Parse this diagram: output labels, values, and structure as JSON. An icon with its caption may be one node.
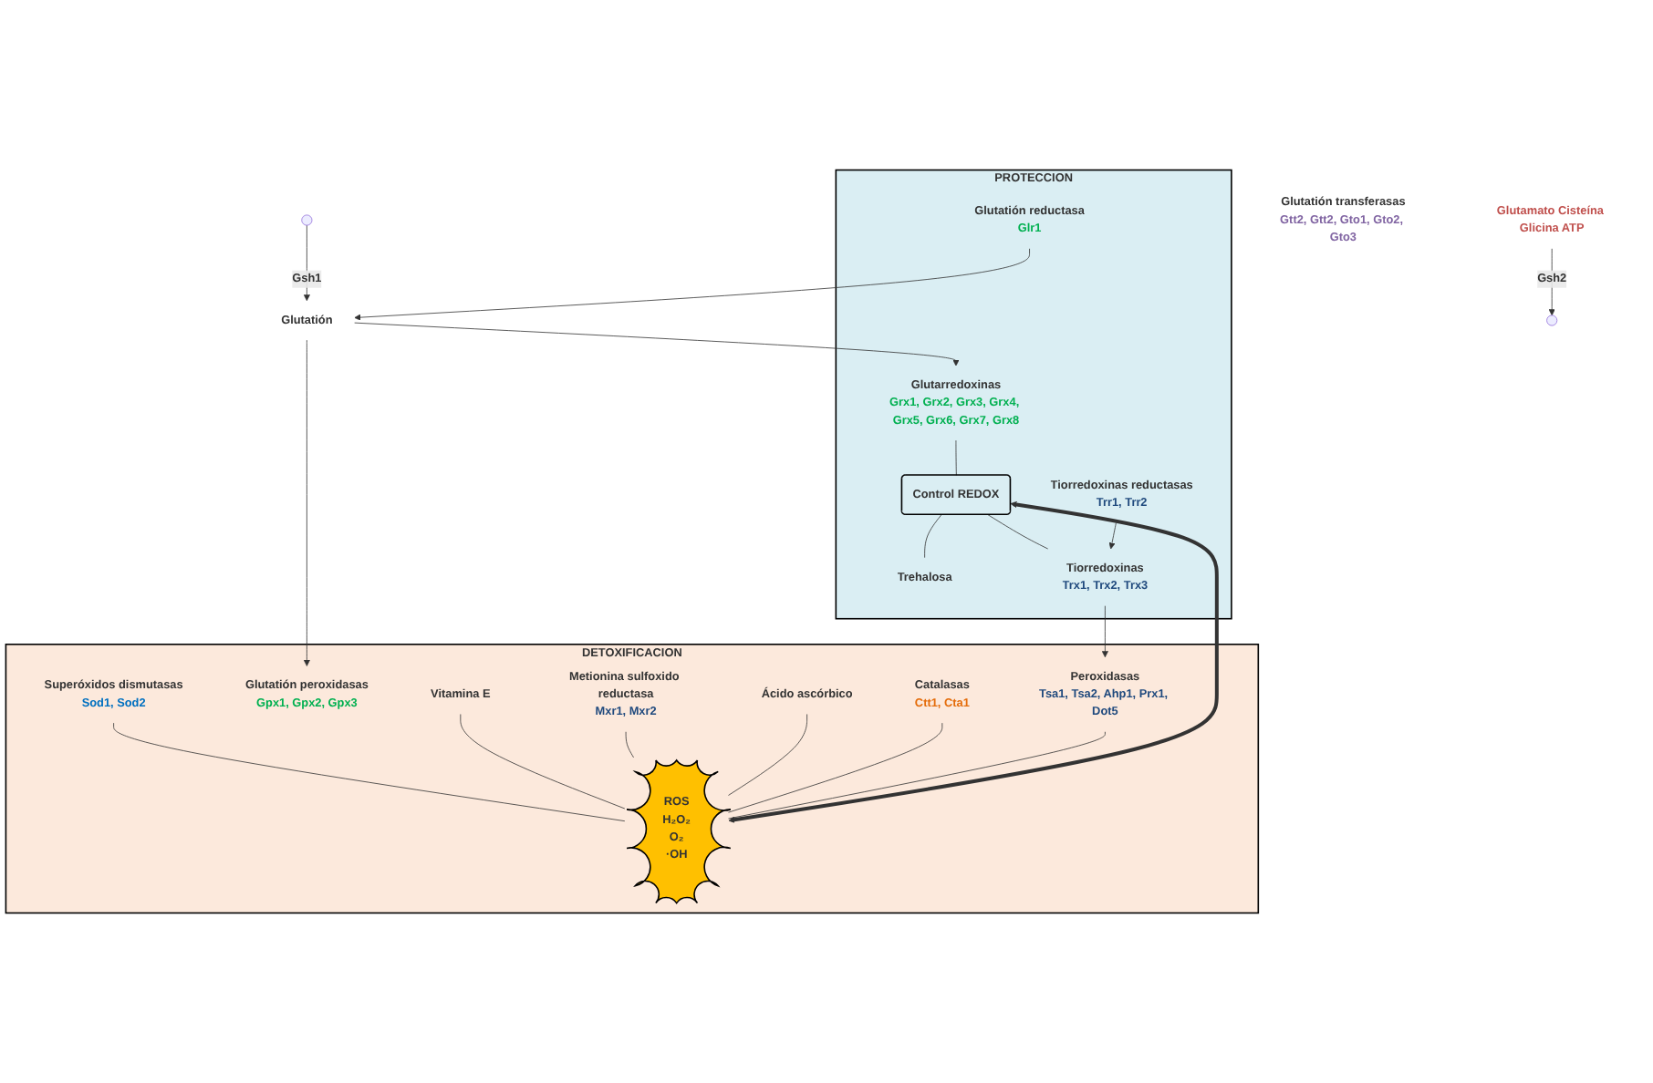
{
  "diagram": {
    "nodes": [
      {
        "text": [
          "Glutatión"
        ]
      },
      {
        "text": [
          "Glutamato Cisteína Glicina ATP"
        ]
      },
      {
        "text": [
          "DETOXIFICACION"
        ]
      },
      {
        "text": [
          "PROTECCION"
        ]
      },
      {
        "text": [
          "Superóxidos dismutasas",
          "Sod1, Sod2"
        ],
        "in": 2
      },
      {
        "text": [
          "Glutatión peroxidasas",
          "Gpx1, Gpx2, Gpx3"
        ],
        "in": 2
      },
      {
        "text": [
          "Vitamina E"
        ],
        "in": 2
      },
      {
        "text": [
          "Metionina sulfoxido reductasa",
          "Mxr1, Mxr2"
        ],
        "in": 2
      },
      {
        "text": [
          "ROS",
          "H₂O₂",
          "O₂",
          "·OH"
        ],
        "in": 2
      },
      {
        "text": [
          "Ácido ascórbico"
        ],
        "in": 2
      },
      {
        "text": [
          "Catalasas",
          "Ctt1, Cta1"
        ],
        "in": 2
      },
      {
        "text": [
          "Peroxidasas",
          "Tsa1, Tsa2, Ahp1, Prx1, Dot5"
        ],
        "in": 2
      },
      {
        "text": [
          "Glutatión transferasas",
          "Gtt2, Gtt2, Gto1, Gto2, Gto3"
        ]
      },
      {
        "text": [
          "Glutatión reductasa",
          "Glr1"
        ],
        "in": 3
      },
      {
        "text": [
          "Glutarredoxinas",
          "Grx1, Grx2, Grx3, Grx4, Grx5, Grx6, Grx7, Grx8"
        ],
        "in": 3
      },
      {
        "text": [
          "Control REDOX"
        ],
        "in": 3
      },
      {
        "text": [
          "Trehalosa"
        ],
        "in": 3
      },
      {
        "text": [
          "Tiorredoxinas",
          "Trx1, Trx2, Trx3"
        ],
        "in": 3
      },
      {
        "text": [
          "Tiorredoxinas reductasas",
          "Trr1, Trr2"
        ],
        "in": 3
      }
    ],
    "edges": [
      {
        "from": null,
        "to": 0,
        "arrow": "to",
        "label": "Gsh1"
      },
      {
        "from": 1,
        "to": null,
        "arrow": "to",
        "label": "Gsh2"
      },
      {
        "from": 13,
        "to": 0,
        "arrow": "to"
      },
      {
        "from": 0,
        "to": 5,
        "arrow": "to"
      },
      {
        "from": 0,
        "to": 14,
        "arrow": "to"
      },
      {
        "from": 4,
        "to": 8,
        "arrow": "none"
      },
      {
        "from": 6,
        "to": 8,
        "arrow": "none"
      },
      {
        "from": 7,
        "to": 8,
        "arrow": "none"
      },
      {
        "from": 9,
        "to": 8,
        "arrow": "none"
      },
      {
        "from": 10,
        "to": 8,
        "arrow": "none"
      },
      {
        "from": 11,
        "to": 8,
        "arrow": "none"
      },
      {
        "from": 8,
        "to": 15,
        "arrow": "both",
        "style": "thick"
      },
      {
        "from": 14,
        "to": 15,
        "arrow": "none"
      },
      {
        "from": 15,
        "to": 16,
        "arrow": "none"
      },
      {
        "from": 15,
        "to": 17,
        "arrow": "none"
      },
      {
        "from": 18,
        "to": 17,
        "arrow": "to"
      },
      {
        "from": 17,
        "to": 11,
        "arrow": "to"
      }
    ]
  }
}
